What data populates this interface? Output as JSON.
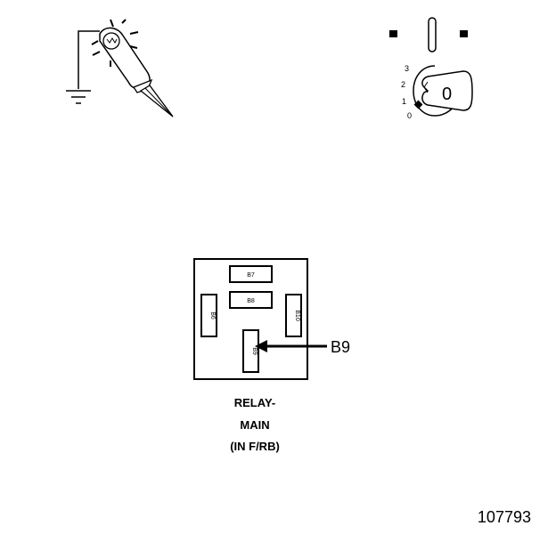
{
  "test_light": {
    "icon": "test-light-probe-icon",
    "ground_icon": "ground-symbol-icon"
  },
  "ignition": {
    "icon": "ignition-switch-icon",
    "key_position": "0",
    "positions": [
      "3",
      "2",
      "1",
      "0"
    ]
  },
  "relay": {
    "terminals": {
      "b7": "B7",
      "b8": "B8",
      "b6": "B6",
      "b10": "B10",
      "b9": "B9"
    },
    "callout": "B9",
    "caption_line1": "RELAY-",
    "caption_line2": "MAIN",
    "caption_line3": "(IN F/RB)"
  },
  "figure_number": "107793"
}
